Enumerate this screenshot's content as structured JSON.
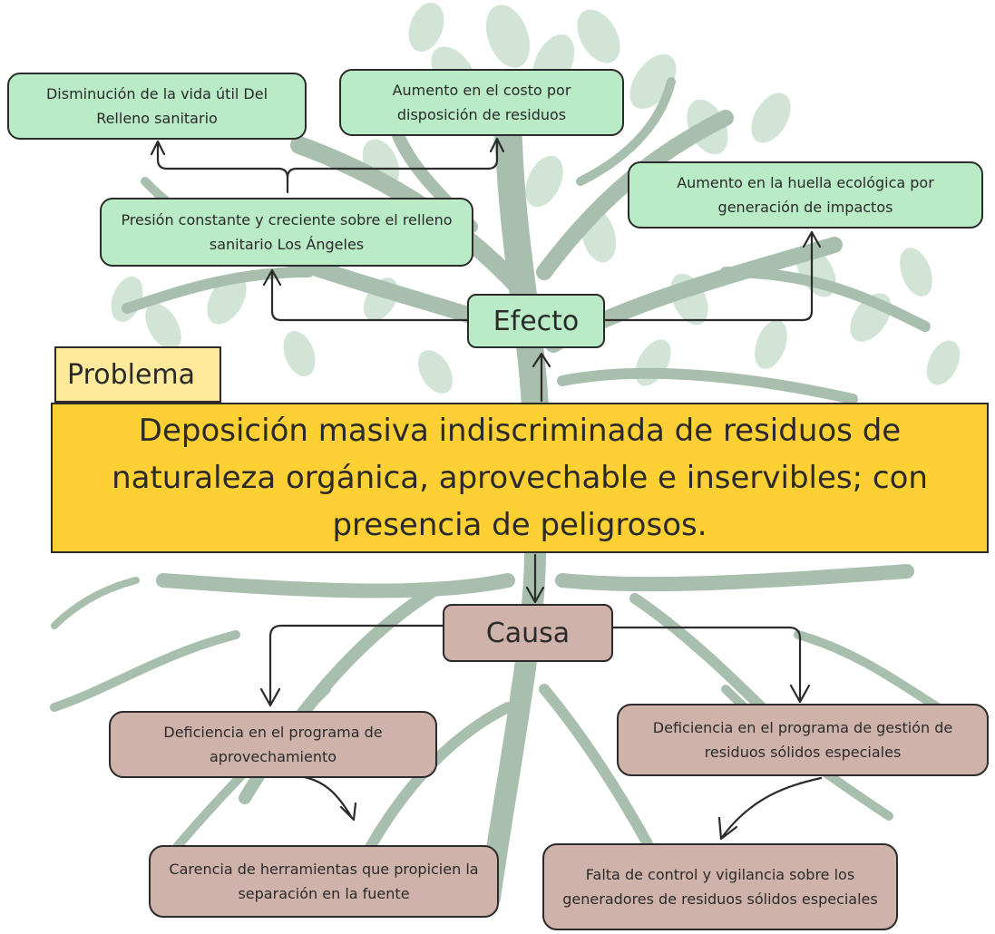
{
  "labels": {
    "problema": "Problema",
    "efecto": "Efecto",
    "causa": "Causa"
  },
  "problem": {
    "text": "Deposición masiva indiscriminada de residuos de naturaleza orgánica, aprovechable e inservibles; con presencia de peligrosos."
  },
  "effects": {
    "presion": "Presión constante y creciente sobre el relleno sanitario Los Ángeles",
    "disminucion": "Disminución de la vida útil Del Relleno sanitario",
    "costo": "Aumento en el costo por disposición de residuos",
    "huella": "Aumento en la huella ecológica por generación de impactos"
  },
  "causes": {
    "aprovechamiento": "Deficiencia en el programa de aprovechamiento",
    "gestion": "Deficiencia en el programa de gestión de residuos sólidos especiales",
    "herramientas": "Carencia de herramientas que propicien la separación en la fuente",
    "control": "Falta de control y vigilancia sobre los generadores de residuos sólidos especiales"
  },
  "colors": {
    "effect_fill": "#b9ebc6",
    "cause_fill": "#cfb3ab",
    "problem_fill": "#fed033",
    "problem_tag_fill": "#ffe99b",
    "tree": "#9db5a4",
    "leaf": "#c5dccb"
  }
}
